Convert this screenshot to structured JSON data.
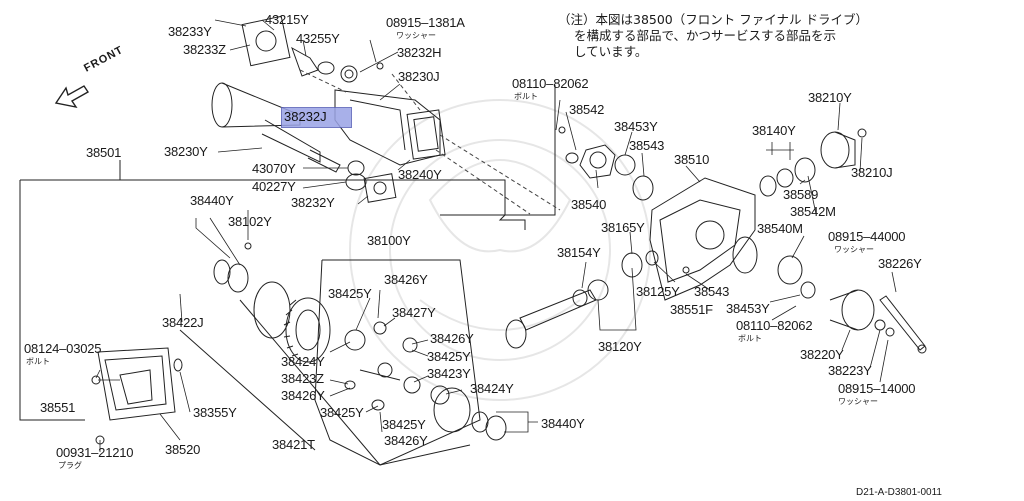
{
  "note_lines": [
    "（注）本図は38500（フロント ファイナル ドライブ）",
    "を構成する部品で、かつサービスする部品を示",
    "しています。"
  ],
  "front_label": "FRONT",
  "highlight": {
    "label": "38232J",
    "color": "#9aa3e6"
  },
  "doc_ref": "D21-A-D3801-0011",
  "parts": {
    "p38233Y": "38233Y",
    "p38233Z": "38233Z",
    "p43215Y": "43215Y",
    "p43255Y": "43255Y",
    "p08915_1381A": "08915–1381A",
    "p08915_1381A_sub": "ワッシャー",
    "p38232H": "38232H",
    "p38230J": "38230J",
    "p38230Y": "38230Y",
    "p43070Y": "43070Y",
    "p40227Y": "40227Y",
    "p38232Y": "38232Y",
    "p38240Y": "38240Y",
    "p08110_82062a": "08110–82062",
    "p08110_82062a_sub": "ボルト",
    "p38542": "38542",
    "p38453Ya": "38453Y",
    "p38543a": "38543",
    "p38540": "38540",
    "p38510": "38510",
    "p38210Ya": "38210Y",
    "p38140Y": "38140Y",
    "p38589": "38589",
    "p38210J": "38210J",
    "p38542M": "38542M",
    "p38540M": "38540M",
    "p08915_44000": "08915–44000",
    "p08915_44000_sub": "ワッシャー",
    "p38226Y": "38226Y",
    "p38501": "38501",
    "p38440Ya": "38440Y",
    "p38102Y": "38102Y",
    "p38100Y": "38100Y",
    "p38165Y": "38165Y",
    "p38154Y": "38154Y",
    "p38426Ya": "38426Y",
    "p38425Ya": "38425Y",
    "p38427Y": "38427Y",
    "p38422J": "38422J",
    "p38426Yb": "38426Y",
    "p38425Yb": "38425Y",
    "p38424Ya": "38424Y",
    "p38423Z": "38423Z",
    "p38426Yc": "38426Y",
    "p38423Y": "38423Y",
    "p38424Yb": "38424Y",
    "p38425Yc": "38425Y",
    "p38425Yd": "38425Y",
    "p38426Yd": "38426Y",
    "p38440Yb": "38440Y",
    "p38421T": "38421T",
    "p38125Y": "38125Y",
    "p38120Y": "38120Y",
    "p38543b": "38543",
    "p38551F": "38551F",
    "p38453Yb": "38453Y",
    "p08110_82062b": "08110–82062",
    "p08110_82062b_sub": "ボルト",
    "p38220Y": "38220Y",
    "p38223Y": "38223Y",
    "p08915_14000": "08915–14000",
    "p08915_14000_sub": "ワッシャー",
    "p08124_03025": "08124–03025",
    "p08124_03025_sub": "ボルト",
    "p38551": "38551",
    "p38355Y": "38355Y",
    "p38520": "38520",
    "p00931_21210": "00931–21210",
    "p00931_21210_sub": "プラグ"
  }
}
